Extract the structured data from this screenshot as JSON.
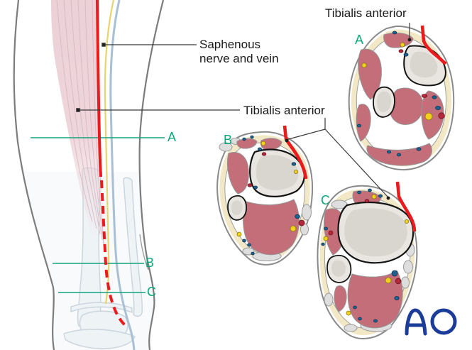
{
  "figure": {
    "description": "Anteromedial approach to the distal tibia: leg overview with incision line and three axial cross-sections",
    "labels": {
      "saphenous_line1": "Saphenous",
      "saphenous_line2": "nerve and vein",
      "tibialis_anterior_top": "Tibialis anterior",
      "tibialis_anterior_left": "Tibialis anterior"
    },
    "levels": {
      "a": "A",
      "b": "B",
      "c": "C"
    },
    "logo_text": "AO",
    "colors": {
      "incision_red": "#EA1B1D",
      "level_green": "#0AA87C",
      "muscle_rose": "#C46E79",
      "muscle_pale": "#EBD0D6",
      "fat_cream": "#F3E8C5",
      "bone_fill": "#E9E6E1",
      "vein_blue": "#1E6090",
      "artery_red": "#B3293A",
      "nerve_yellow": "#F2D01E",
      "logo_blue": "#1C3C99"
    }
  }
}
